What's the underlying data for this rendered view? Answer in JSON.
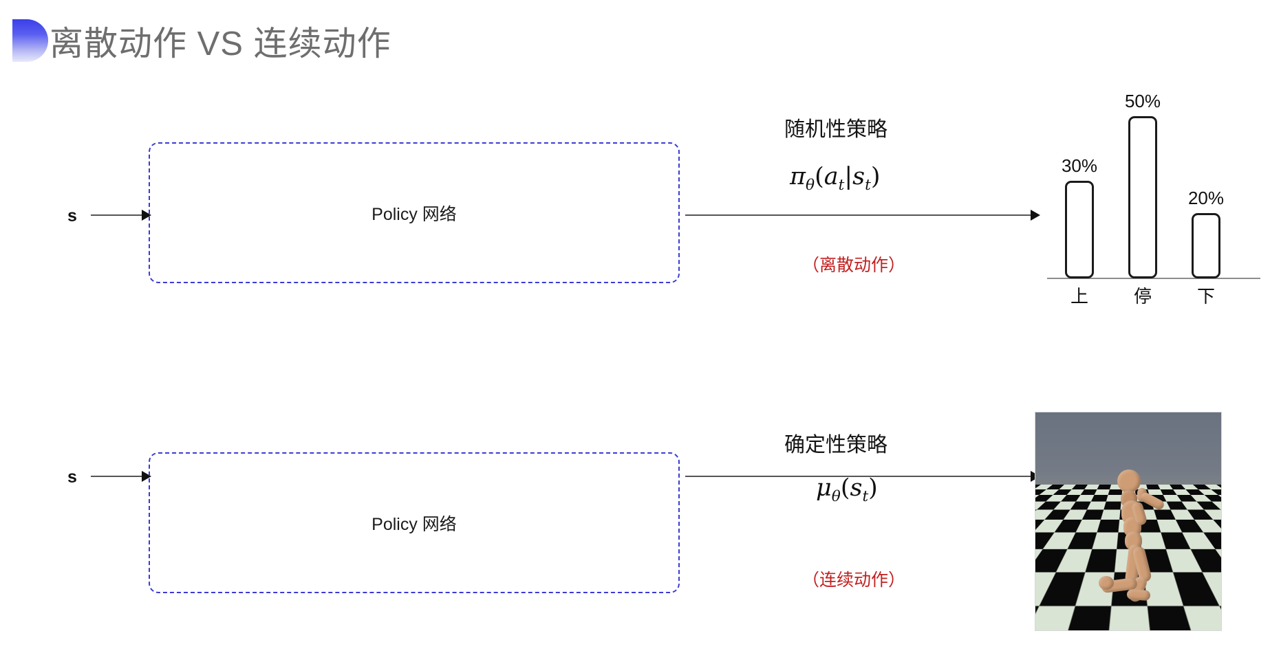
{
  "slide": {
    "title": "离散动作 VS 连续动作",
    "background_color": "#ffffff",
    "accent_color": "#3b3fe8",
    "title_color": "#6e6e6e"
  },
  "rows": [
    {
      "id": "discrete",
      "input_label": "s",
      "box_label": "Policy 网络",
      "policy_type": "随机性策略",
      "formula_pi": "π",
      "formula_theta": "θ",
      "formula_open": "(",
      "formula_a": "a",
      "formula_t1": "t",
      "formula_bar": "|",
      "formula_s": "s",
      "formula_t2": "t",
      "formula_close": ")",
      "note": "（离散动作）",
      "note_color": "#c22020",
      "output_kind": "bar-chart"
    },
    {
      "id": "continuous",
      "input_label": "s",
      "box_label": "Policy 网络",
      "policy_type": "确定性策略",
      "formula_mu": "μ",
      "formula_theta": "θ",
      "formula_open": "(",
      "formula_s": "s",
      "formula_t": "t",
      "formula_close": ")",
      "note": "（连续动作）",
      "note_color": "#c22020",
      "output_kind": "humanoid-sim"
    }
  ],
  "chart_data": {
    "type": "bar",
    "title": "",
    "categories": [
      "上",
      "停",
      "下"
    ],
    "values": [
      30,
      50,
      20
    ],
    "value_labels": [
      "30%",
      "50%",
      "20%"
    ],
    "xlabel": "",
    "ylabel": "",
    "ylim": [
      0,
      55
    ],
    "grid": false,
    "legend": "none",
    "bar_fill": "#ffffff",
    "bar_stroke": "#1a1a1a",
    "axis_color": "#8d8d8d"
  },
  "sim_image": {
    "caption": "",
    "description": "MuJoCo humanoid on checkerboard floor",
    "sky_color": "#6d7580",
    "floor_colors": [
      "#0a0a0a",
      "#d9e4d4"
    ],
    "body_color": "#cf9d75"
  }
}
